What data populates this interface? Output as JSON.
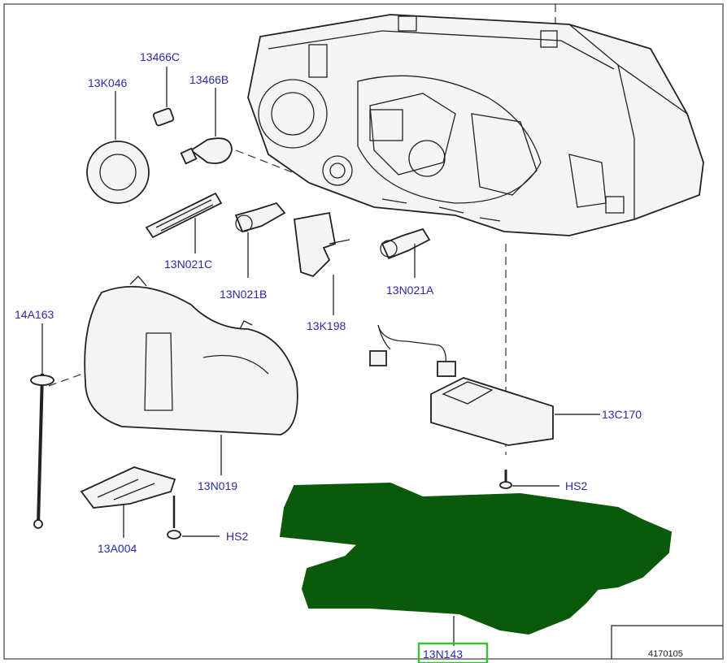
{
  "labels": {
    "l13K046": "13K046",
    "l13466C": "13466C",
    "l13466B": "13466B",
    "l13N021C": "13N021C",
    "l13N021B": "13N021B",
    "l13K198": "13K198",
    "l13N021A": "13N021A",
    "l14A163": "14A163",
    "l13N019": "13N019",
    "l13C170": "13C170",
    "lHS2a": "HS2",
    "lHS2b": "HS2",
    "l13A004": "13A004",
    "l13N143": "13N143"
  },
  "reference": "4170105",
  "colors": {
    "label": "#2a2aa8",
    "highlight_fill": "#0b5a0b",
    "highlight_box": "#3cc03c"
  }
}
